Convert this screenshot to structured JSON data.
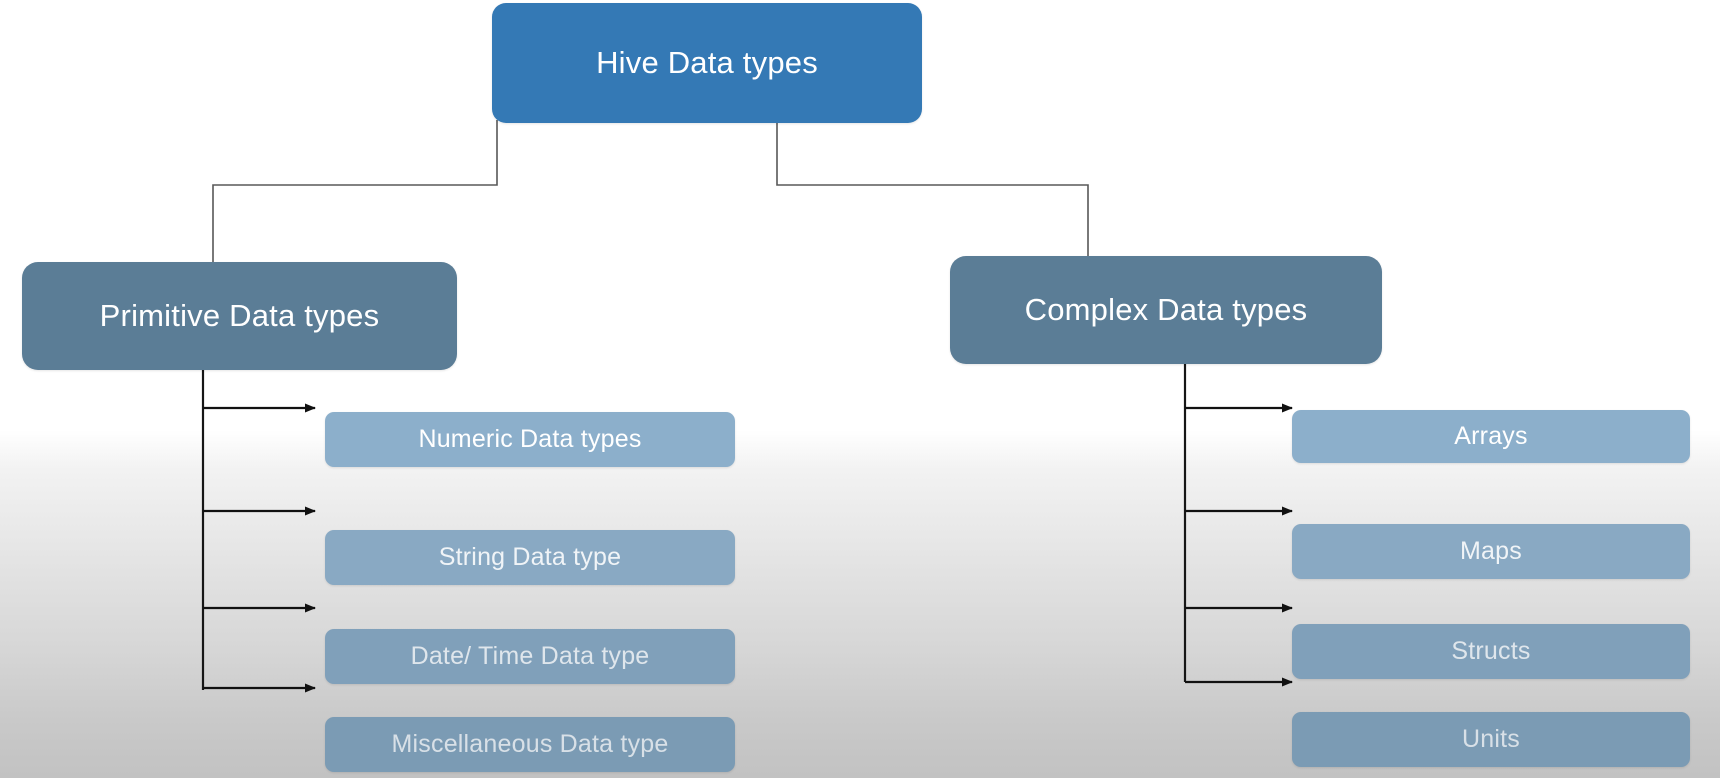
{
  "diagram": {
    "title": "Hive Data types",
    "type": "tree-hierarchy",
    "colors": {
      "root": "#3479B5",
      "branch": "#5B7D96",
      "leaf": "#8CAFCB",
      "connector": "#3A3A3A",
      "text": "#FFFFFF",
      "background_top": "#FFFFFF",
      "background_bottom": "#C2C2C2"
    },
    "root": {
      "label": "Hive Data types"
    },
    "branches": [
      {
        "id": "primitive",
        "label": "Primitive Data types",
        "children": [
          {
            "label": "Numeric Data types"
          },
          {
            "label": "String Data type"
          },
          {
            "label": "Date/ Time Data type"
          },
          {
            "label": "Miscellaneous Data type"
          }
        ]
      },
      {
        "id": "complex",
        "label": "Complex Data types",
        "children": [
          {
            "label": "Arrays"
          },
          {
            "label": "Maps"
          },
          {
            "label": "Structs"
          },
          {
            "label": "Units"
          }
        ]
      }
    ]
  }
}
